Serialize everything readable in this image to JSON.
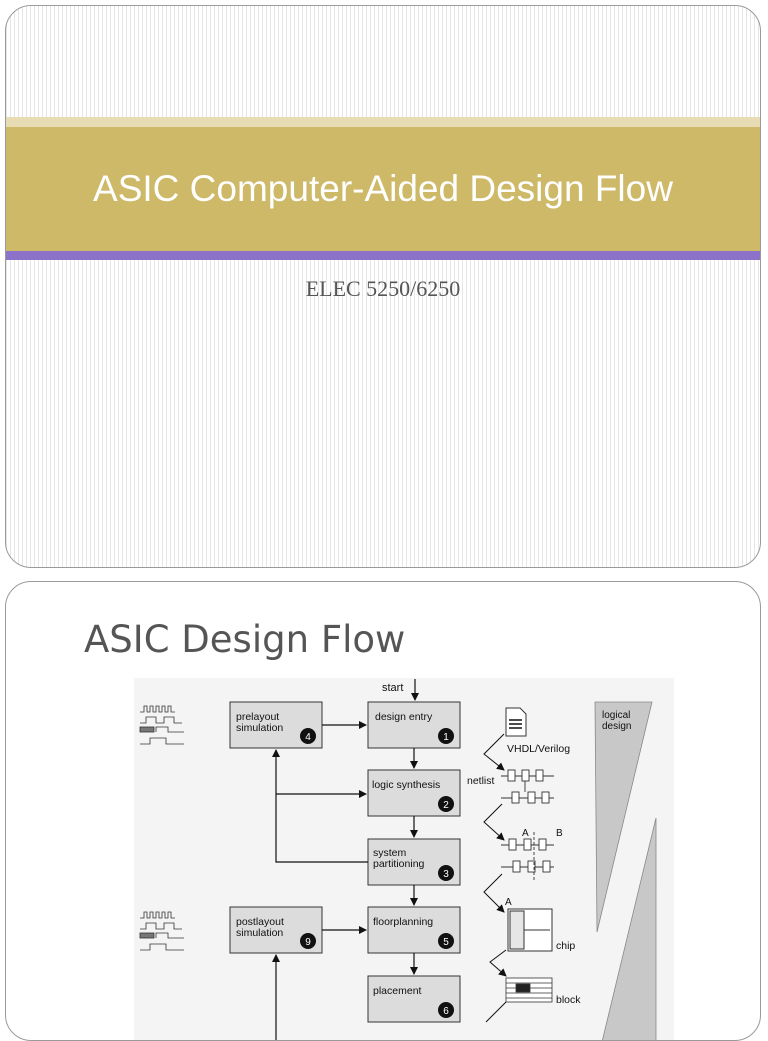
{
  "slide1": {
    "title": "ASIC Computer-Aided Design Flow",
    "subtitle": "ELEC 5250/6250"
  },
  "slide2": {
    "title": "ASIC Design Flow",
    "diagram": {
      "start_label": "start",
      "steps": [
        {
          "label_lines": [
            "design entry"
          ],
          "number": "1"
        },
        {
          "label_lines": [
            "logic synthesis"
          ],
          "number": "2"
        },
        {
          "label_lines": [
            "system",
            "partitioning"
          ],
          "number": "3"
        },
        {
          "label_lines": [
            "prelayout",
            "simulation"
          ],
          "number": "4"
        },
        {
          "label_lines": [
            "floorplanning"
          ],
          "number": "5"
        },
        {
          "label_lines": [
            "placement"
          ],
          "number": "6"
        },
        {
          "label_lines": [
            "postlayout",
            "simulation"
          ],
          "number": "9"
        }
      ],
      "side_labels": {
        "vhdl": "VHDL/Verilog",
        "netlist": "netlist",
        "a1": "A",
        "b": "B",
        "a2": "A",
        "chip": "chip",
        "block": "block"
      },
      "logical_design_lines": [
        "logical",
        "design"
      ]
    }
  }
}
